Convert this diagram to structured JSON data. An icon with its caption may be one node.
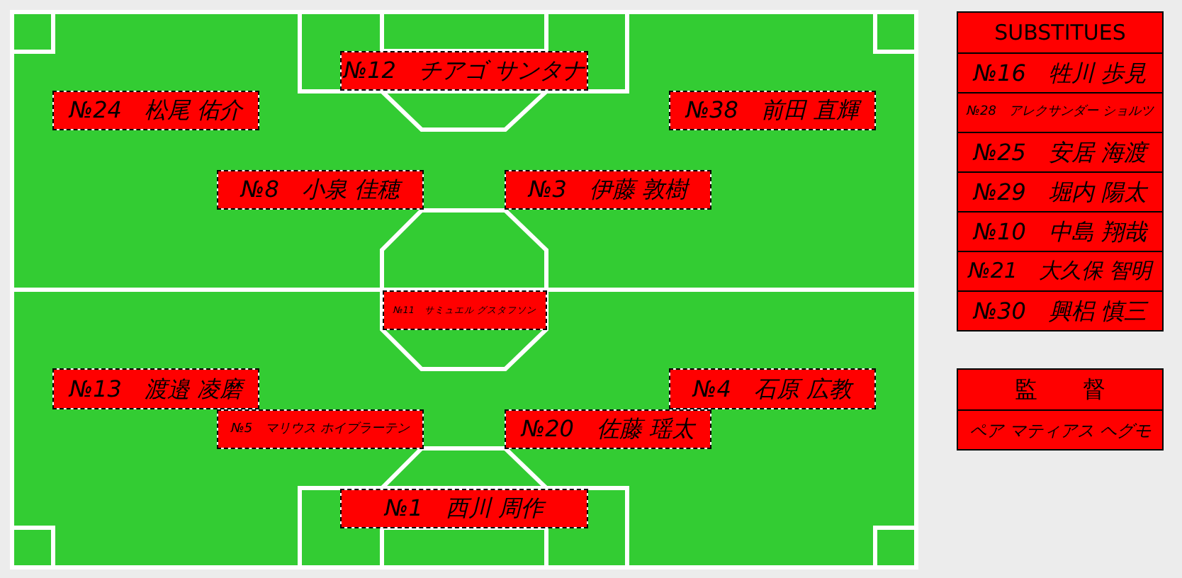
{
  "diagram": {
    "nodes": [
      {
        "text": [
          "№12　チアゴ サンタナ"
        ]
      },
      {
        "text": [
          "№24　松尾 佑介"
        ]
      },
      {
        "text": [
          "№38　前田 直輝"
        ]
      },
      {
        "text": [
          "№8　小泉 佳穂"
        ]
      },
      {
        "text": [
          "№3　伊藤 敦樹"
        ]
      },
      {
        "text": [
          "№11　サミュエル グスタフソン"
        ]
      },
      {
        "text": [
          "№13　渡邉 凌磨"
        ]
      },
      {
        "text": [
          "№4　石原 広教"
        ]
      },
      {
        "text": [
          "№5　マリウス ホイブラーテン"
        ]
      },
      {
        "text": [
          "№20　佐藤 瑶太"
        ]
      },
      {
        "text": [
          "№1　西川 周作"
        ]
      },
      {
        "text": [
          "SUBSTITUES"
        ]
      },
      {
        "text": [
          "№16　牲川 歩見"
        ],
        "in": 11
      },
      {
        "text": [
          "№28　アレクサンダー ショルツ"
        ],
        "in": 11
      },
      {
        "text": [
          "№25　安居 海渡"
        ],
        "in": 11
      },
      {
        "text": [
          "№29　堀内 陽太"
        ],
        "in": 11
      },
      {
        "text": [
          "№10　中島 翔哉"
        ],
        "in": 11
      },
      {
        "text": [
          "№21　大久保 智明"
        ],
        "in": 11
      },
      {
        "text": [
          "№30　興梠 慎三"
        ],
        "in": 11
      },
      {
        "text": [
          "監　　督"
        ]
      },
      {
        "text": [
          "ペア マティアス ヘグモ"
        ],
        "in": 19
      }
    ]
  }
}
